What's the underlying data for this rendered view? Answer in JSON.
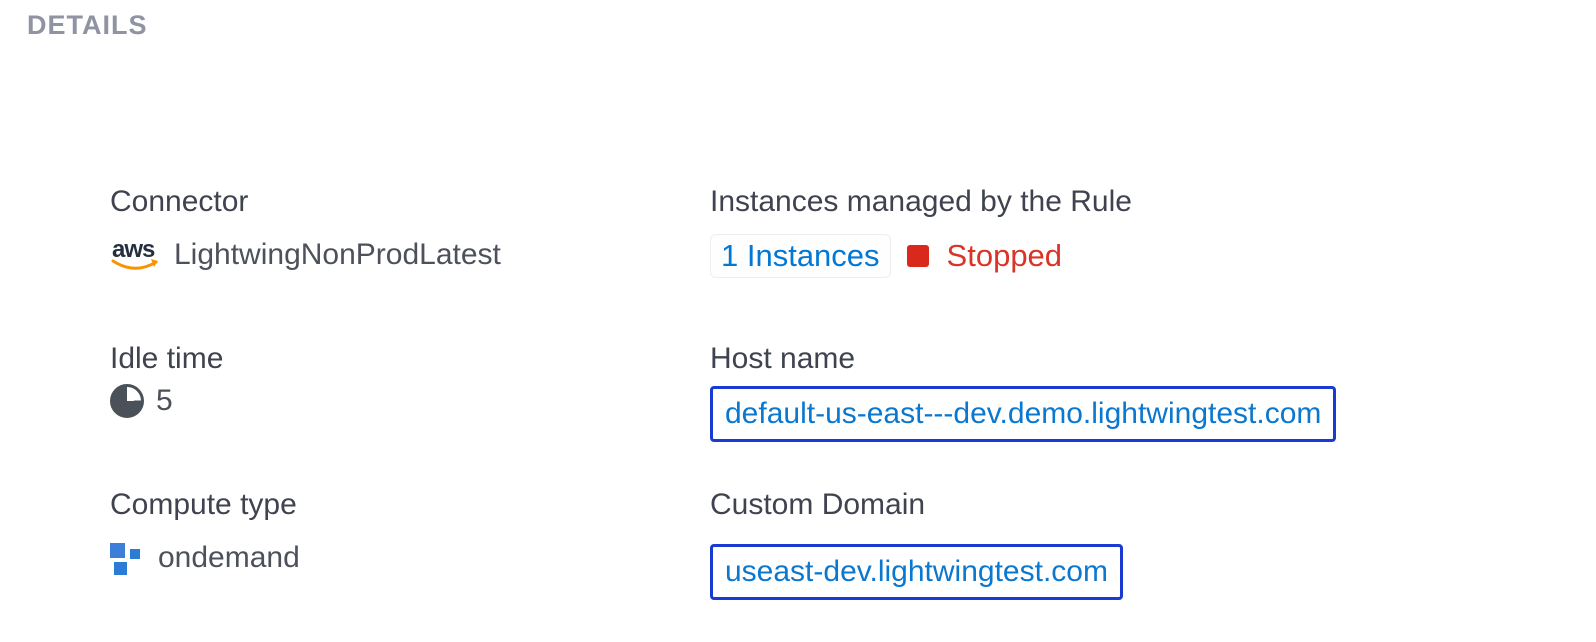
{
  "panel": {
    "title": "DETAILS"
  },
  "fields": {
    "connector": {
      "label": "Connector",
      "value": "LightwingNonProdLatest"
    },
    "idle_time": {
      "label": "Idle time",
      "value": "5"
    },
    "compute_type": {
      "label": "Compute type",
      "value": "ondemand"
    },
    "instances": {
      "label": "Instances managed by the Rule",
      "link": "1 Instances",
      "status": "Stopped"
    },
    "host_name": {
      "label": "Host name",
      "value": "default-us-east---dev.demo.lightwingtest.com"
    },
    "custom_domain": {
      "label": "Custom Domain",
      "value": "useast-dev.lightwingtest.com"
    }
  },
  "icons": {
    "aws_text": "aws"
  },
  "colors": {
    "link_blue": "#0278d5",
    "status_red": "#d9291c",
    "box_border_blue": "#1a3bd1",
    "label_gray": "#3f434f",
    "title_gray": "#8f93a2"
  }
}
